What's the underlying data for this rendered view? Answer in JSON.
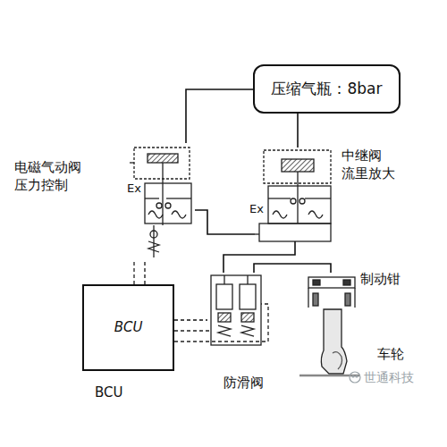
{
  "diagram": {
    "nodes": [
      {
        "text": [
          "压缩气瓶：8bar"
        ]
      },
      {
        "text": [
          "电磁气动阀 压力控制"
        ]
      },
      {
        "text": [
          "中继阀 流里放大"
        ]
      },
      {
        "text": [
          "BCU",
          "BCU"
        ]
      },
      {
        "text": [
          "防滑阀"
        ]
      },
      {
        "text": [
          "制动钳"
        ]
      },
      {
        "text": [
          "车轮"
        ]
      }
    ],
    "edges": [
      {
        "from": 0,
        "to": 1,
        "arrow": "none"
      },
      {
        "from": 0,
        "to": 2,
        "arrow": "none"
      },
      {
        "from": 1,
        "to": 2,
        "arrow": "none"
      },
      {
        "from": 2,
        "to": 4,
        "arrow": "none"
      },
      {
        "from": 4,
        "to": 5,
        "arrow": "none"
      },
      {
        "from": 3,
        "to": 1,
        "arrow": "none"
      },
      {
        "from": 3,
        "to": 4,
        "arrow": "none"
      }
    ],
    "labels": [
      "Ex",
      "Ex",
      "世通科技"
    ]
  }
}
